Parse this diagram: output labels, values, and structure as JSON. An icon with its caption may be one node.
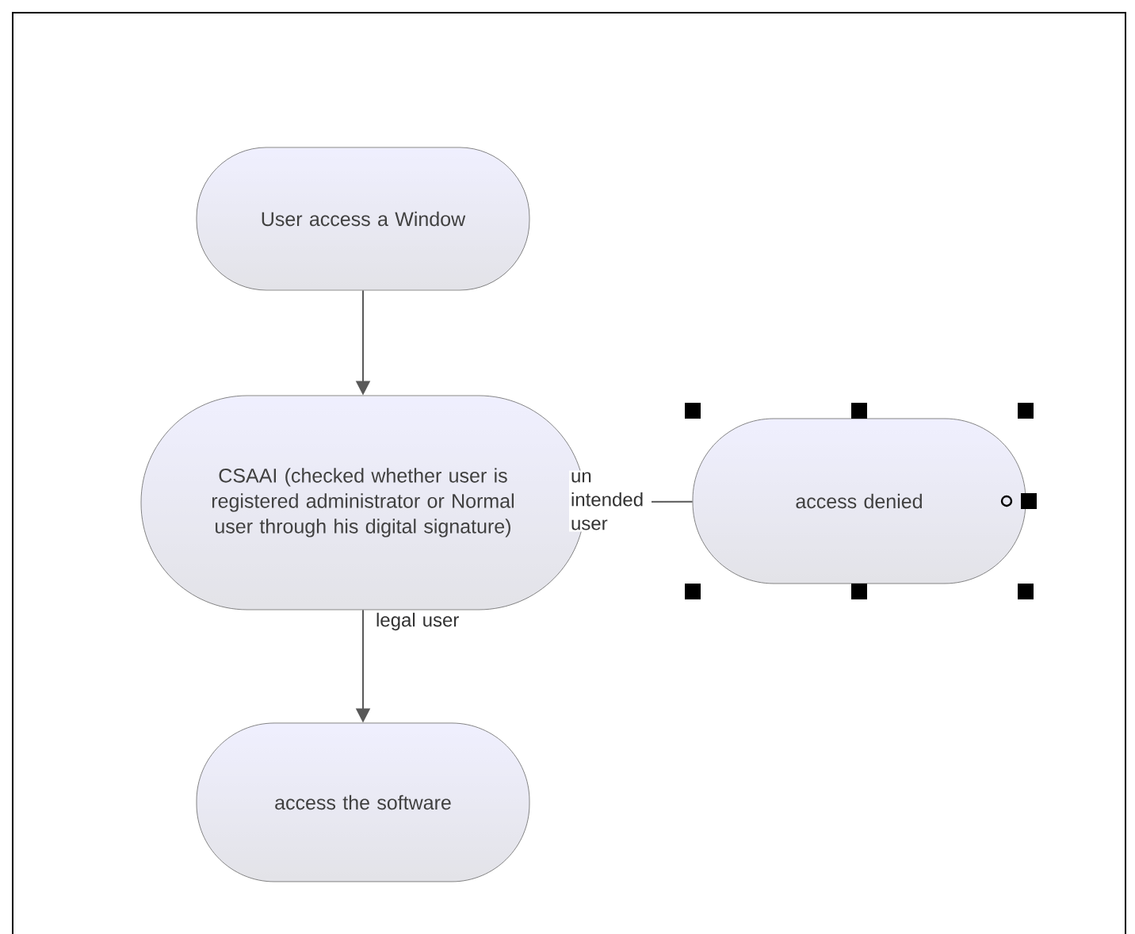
{
  "diagram": {
    "nodes": [
      {
        "text": [
          "User access a Window"
        ]
      },
      {
        "text": [
          "CSAAI (checked whether user is registered administrator or Normal user through his digital signature)"
        ]
      },
      {
        "text": [
          "access denied"
        ]
      },
      {
        "text": [
          "access the software"
        ]
      }
    ],
    "edges": [
      {
        "from": 0,
        "to": 1,
        "arrow": "to"
      },
      {
        "from": 1,
        "to": 2,
        "arrow": "none",
        "label": "un intended user"
      },
      {
        "from": 1,
        "to": 3,
        "arrow": "to",
        "label": "legal user"
      }
    ]
  }
}
